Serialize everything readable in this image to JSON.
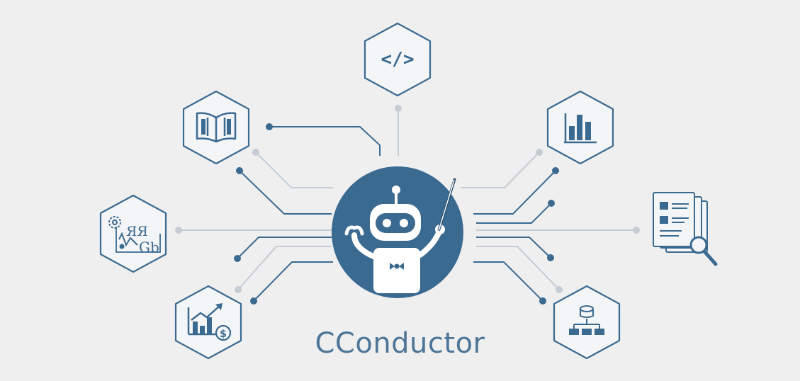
{
  "title": "CConductor",
  "colors": {
    "accent": "#3b6a91",
    "line_dark": "#3b6a91",
    "line_light": "#c5ccd4",
    "background": "#efeff0",
    "title": "#4d7597"
  },
  "central_node": {
    "icon": "robot-conductor-icon"
  },
  "nodes": [
    {
      "id": "code",
      "icon": "code-icon",
      "label": "</>"
    },
    {
      "id": "book",
      "icon": "open-book-icon"
    },
    {
      "id": "chart",
      "icon": "bar-chart-icon"
    },
    {
      "id": "math",
      "icon": "math-symbols-icon"
    },
    {
      "id": "document-search",
      "icon": "document-search-icon"
    },
    {
      "id": "finance",
      "icon": "growth-chart-dollar-icon"
    },
    {
      "id": "database",
      "icon": "database-flow-icon"
    }
  ]
}
